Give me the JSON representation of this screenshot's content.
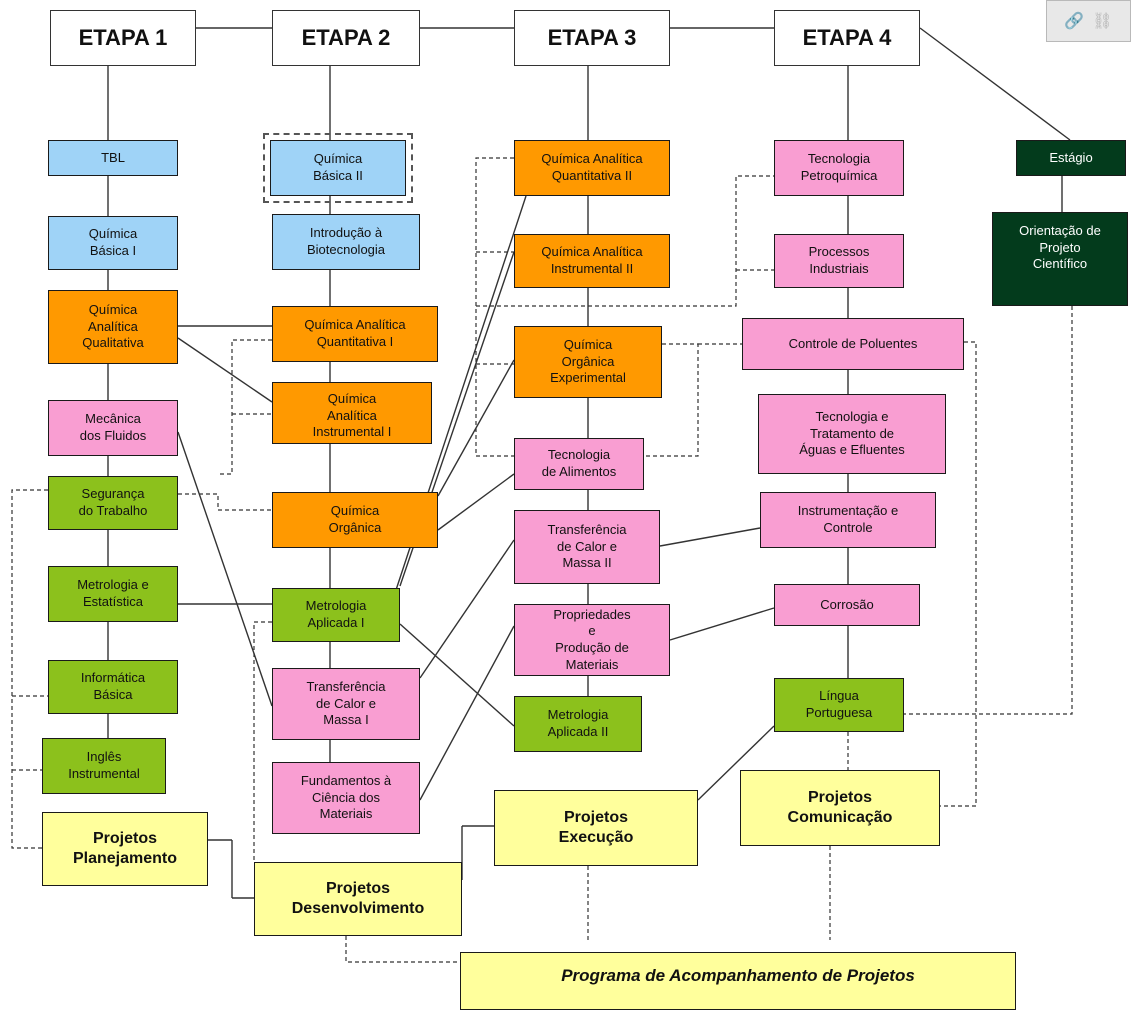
{
  "stages": [
    "ETAPA 1",
    "ETAPA 2",
    "ETAPA 3",
    "ETAPA 4"
  ],
  "toolbar": {
    "link_icon": "🔗",
    "unlink_icon": "⛓"
  },
  "boxes": {
    "tbl": "TBL",
    "quimica_basica_1": "Química\nBásica I",
    "quimica_analitica_qualitativa": "Química\nAnalítica\nQualitativa",
    "mecanica_fluidos": "Mecânica\ndos Fluidos",
    "seguranca_trabalho": "Segurança\ndo Trabalho",
    "metrologia_estatistica": "Metrologia e\nEstatística",
    "informatica_basica": "Informática\nBásica",
    "ingles_instrumental": "Inglês\nInstrumental",
    "quimica_basica_2": "Química\nBásica II",
    "introducao_biotecnologia": "Introdução à\nBiotecnologia",
    "quimica_analitica_quantitativa_1": "Química Analítica\nQuantitativa I",
    "quimica_analitica_instrumental_1": "Química\nAnalítica\nInstrumental I",
    "quimica_organica": "Química\nOrgânica",
    "metrologia_aplicada_1": "Metrologia\nAplicada I",
    "transferencia_calor_massa_1": "Transferência\nde Calor e\nMassa I",
    "fundamentos_ciencia_materiais": "Fundamentos à\nCiência dos\nMateriais",
    "quimica_analitica_quantitativa_2": "Química Analítica\nQuantitativa II",
    "quimica_analitica_instrumental_2": "Química Analítica\nInstrumental II",
    "quimica_organica_experimental": "Química\nOrgânica\nExperimental",
    "tecnologia_alimentos": "Tecnologia\nde Alimentos",
    "transferencia_calor_massa_2": "Transferência\nde Calor e\nMassa II",
    "propriedades_producao_materiais": "Propriedades\ne\nProdução de\nMateriais",
    "metrologia_aplicada_2": "Metrologia\nAplicada II",
    "tecnologia_petroquimica": "Tecnologia\nPetroquímica",
    "processos_industriais": "Processos\nIndustriais",
    "controle_poluentes": "Controle de Poluentes",
    "tecnologia_tratamento_aguas": "Tecnologia e\nTratamento de\nÁguas e Efluentes",
    "instrumentacao_controle": "Instrumentação e\nControle",
    "corrosao": "Corrosão",
    "lingua_portuguesa": "Língua\nPortuguesa",
    "estagio": "Estágio",
    "orientacao_projeto": "Orientação de\nProjeto\nCientífico",
    "projetos_planejamento": "Projetos\nPlanejamento",
    "projetos_desenvolvimento": "Projetos\nDesenvolvimento",
    "projetos_execucao": "Projetos\nExecução",
    "projetos_comunicacao": "Projetos\nComunicação",
    "programa_acompanhamento": "Programa de Acompanhamento de Projetos"
  },
  "colors": {
    "blue": "#9fd3f7",
    "orange": "#ff9900",
    "pink": "#f99ed2",
    "green": "#8cc11c",
    "dark_green": "#033b1c",
    "yellow": "#ffff9c"
  }
}
